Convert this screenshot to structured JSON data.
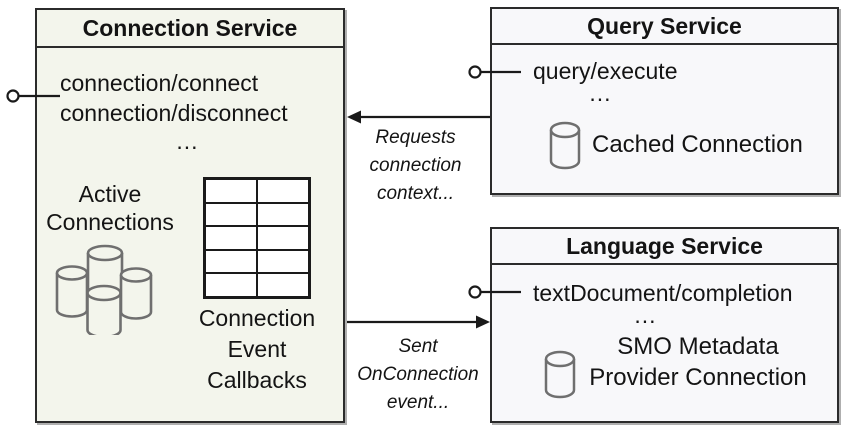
{
  "colors": {
    "connection_box_fill": "#f3f5ec",
    "service_box_fill": "#f8f8fa",
    "box_border": "#2b2b2b",
    "cylinder_stroke": "#6f6f6f",
    "arrow_color": "#1a1a1a",
    "text_color": "#141414"
  },
  "connection_service": {
    "title": "Connection Service",
    "endpoints": [
      "connection/connect",
      "connection/disconnect",
      "..."
    ],
    "active_connections": {
      "icon": "database-cluster-icon",
      "lines": [
        "Active",
        "Connections"
      ]
    },
    "callback_table": {
      "rows": 5,
      "cols": 2
    },
    "callbacks_label": {
      "lines": [
        "Connection",
        "Event",
        "Callbacks"
      ]
    }
  },
  "query_service": {
    "title": "Query Service",
    "endpoints": [
      "query/execute",
      "..."
    ],
    "cached_connection": {
      "icon": "database-icon",
      "label": "Cached Connection"
    }
  },
  "language_service": {
    "title": "Language Service",
    "endpoints": [
      "textDocument/completion",
      "..."
    ],
    "smo_connection": {
      "icon": "database-icon",
      "lines": [
        "SMO Metadata",
        "Provider Connection"
      ]
    }
  },
  "arrows": [
    {
      "from": "query-service",
      "to": "connection-service",
      "label_lines": [
        "Requests",
        "connection",
        "context..."
      ]
    },
    {
      "from": "connection-service",
      "to": "language-service",
      "label_lines": [
        "Sent",
        "OnConnection",
        "event..."
      ]
    }
  ]
}
